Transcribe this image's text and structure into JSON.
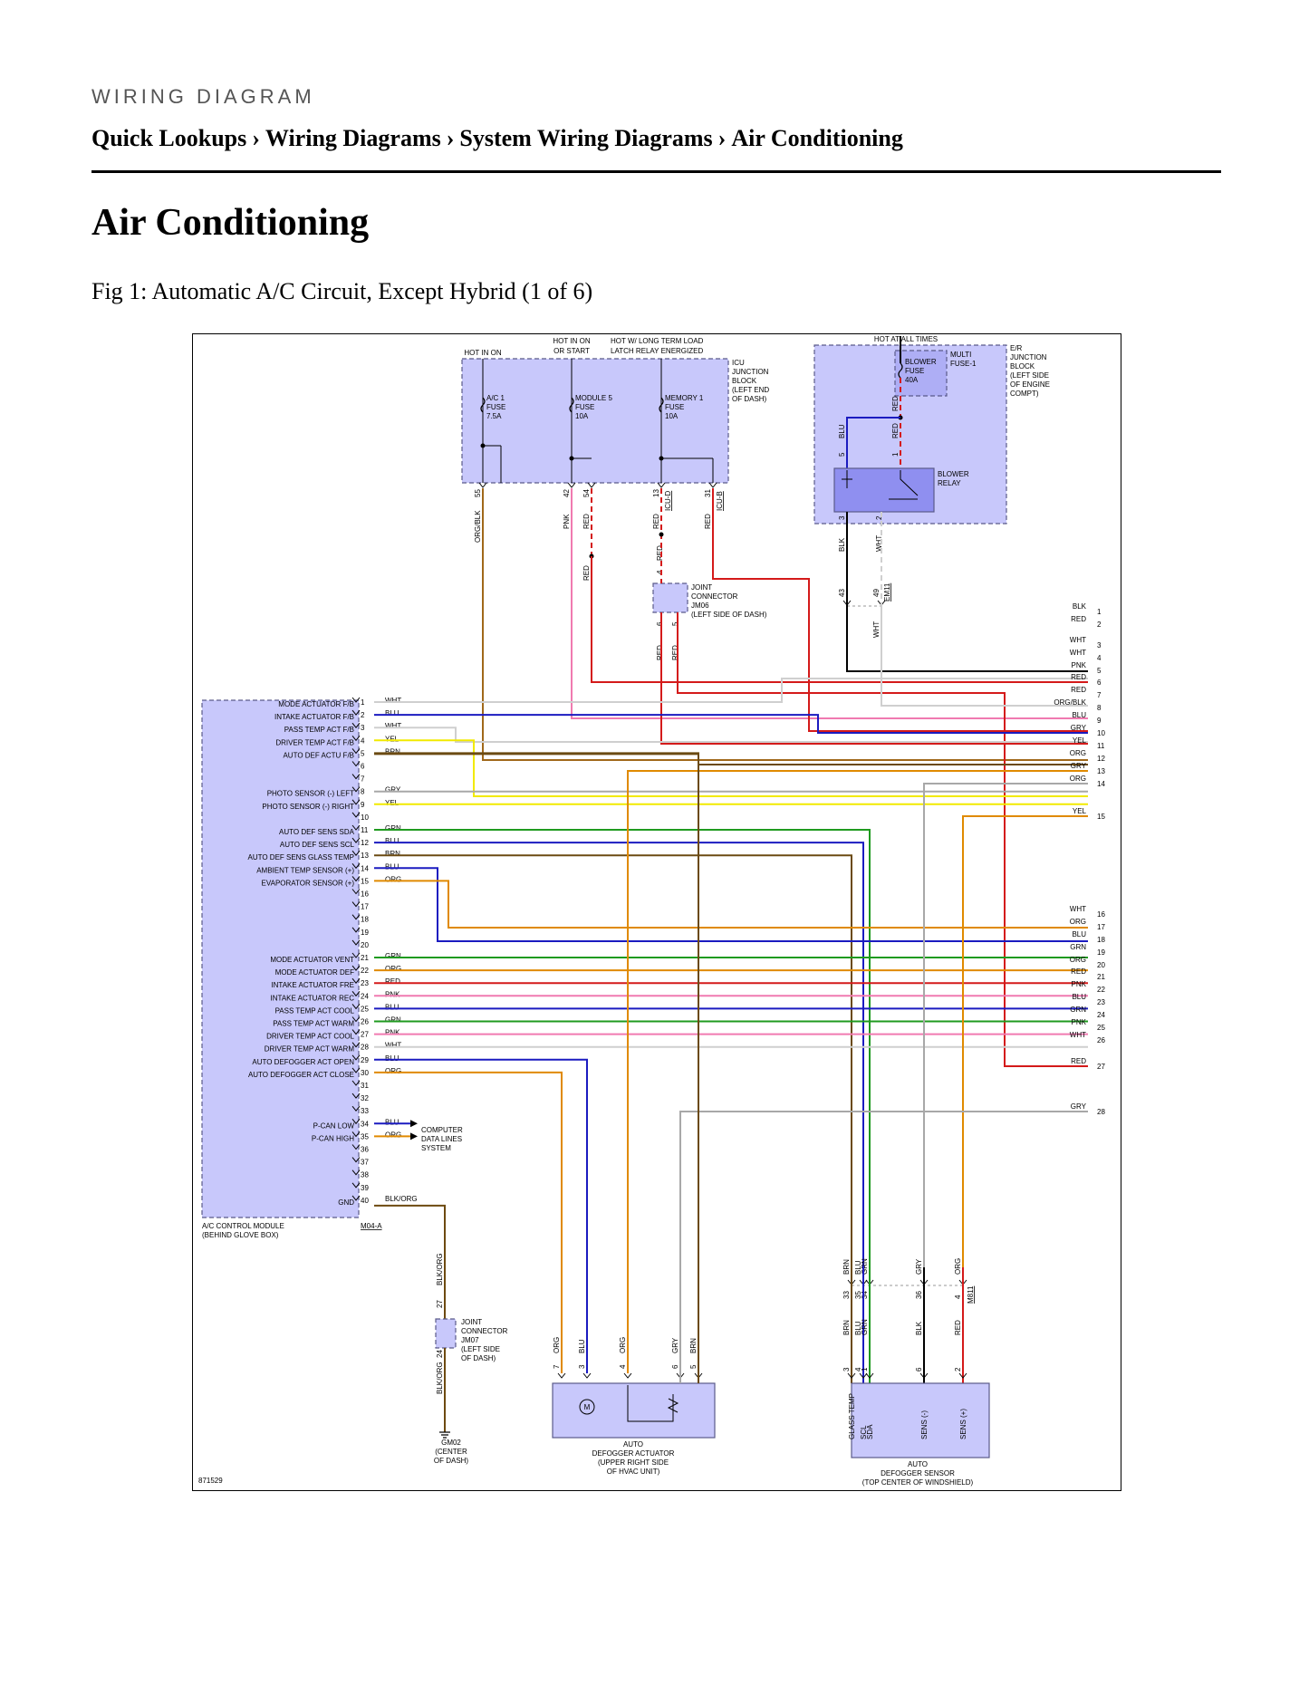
{
  "header": {
    "kicker": "WIRING DIAGRAM",
    "breadcrumb": [
      "Quick Lookups",
      "Wiring Diagrams",
      "System Wiring Diagrams",
      "Air Conditioning"
    ],
    "separator": "›"
  },
  "page_title": "Air Conditioning",
  "figure": {
    "caption": "Fig 1: Automatic A/C Circuit, Except Hybrid (1 of 6)",
    "ref_number": "871529"
  },
  "diagram": {
    "power_labels": {
      "hot_in_on": "HOT IN ON",
      "hot_on_start": [
        "HOT IN ON",
        "OR START"
      ],
      "hot_latch": [
        "HOT W/ LONG TERM LOAD",
        "LATCH RELAY ENERGIZED"
      ],
      "hot_all": "HOT AT ALL TIMES"
    },
    "icu_block": {
      "label": [
        "ICU",
        "JUNCTION",
        "BLOCK",
        "(LEFT END",
        "OF DASH)"
      ],
      "fuses": [
        [
          "A/C 1",
          "FUSE",
          "7.5A"
        ],
        [
          "MODULE 5",
          "FUSE",
          "10A"
        ],
        [
          "MEMORY 1",
          "FUSE",
          "10A"
        ]
      ],
      "pins": [
        "55",
        "42",
        "54",
        "13",
        "ICU-D",
        "31",
        "ICU-B"
      ]
    },
    "er_block": {
      "label": [
        "E/R",
        "JUNCTION",
        "BLOCK",
        "(LEFT SIDE",
        "OF ENGINE",
        "COMPT)"
      ],
      "fuse": [
        "BLOWER",
        "FUSE",
        "40A"
      ],
      "multi_fuse": [
        "MULTI",
        "FUSE-1"
      ],
      "relay": [
        "BLOWER",
        "RELAY"
      ],
      "pins": [
        "5",
        "1",
        "3",
        "2"
      ],
      "wires": [
        "BLU",
        "RED",
        "RED",
        "BLK",
        "WHT"
      ]
    },
    "icu_wire_labels": [
      "ORG/BLK",
      "PNK",
      "RED",
      "RED",
      "RED",
      "RED"
    ],
    "jm06": {
      "label": [
        "JOINT",
        "CONNECTOR",
        "JM06",
        "(LEFT SIDE OF DASH)"
      ],
      "pins": [
        "4",
        "6",
        "5"
      ],
      "wires": [
        "RED",
        "RED",
        "RED"
      ]
    },
    "em11": {
      "pins": [
        "43",
        "49"
      ],
      "name": "EM11",
      "wires": [
        "WHT"
      ]
    },
    "module": {
      "name": [
        "A/C CONTROL MODULE",
        "(BEHIND GLOVE BOX)"
      ],
      "connector": "M04-A",
      "pins": [
        {
          "n": "1",
          "func": "MODE ACTUATOR F/B",
          "wire": "WHT"
        },
        {
          "n": "2",
          "func": "INTAKE ACTUATOR F/B",
          "wire": "BLU"
        },
        {
          "n": "3",
          "func": "PASS TEMP ACT F/B",
          "wire": "WHT"
        },
        {
          "n": "4",
          "func": "DRIVER TEMP ACT F/B",
          "wire": "YEL"
        },
        {
          "n": "5",
          "func": "AUTO DEF ACTU F/B",
          "wire": "BRN"
        },
        {
          "n": "6",
          "func": "",
          "wire": ""
        },
        {
          "n": "7",
          "func": "",
          "wire": ""
        },
        {
          "n": "8",
          "func": "PHOTO SENSOR (-) LEFT",
          "wire": "GRY"
        },
        {
          "n": "9",
          "func": "PHOTO SENSOR (-) RIGHT",
          "wire": "YEL"
        },
        {
          "n": "10",
          "func": "",
          "wire": ""
        },
        {
          "n": "11",
          "func": "AUTO DEF SENS SDA",
          "wire": "GRN"
        },
        {
          "n": "12",
          "func": "AUTO DEF SENS SCL",
          "wire": "BLU"
        },
        {
          "n": "13",
          "func": "AUTO DEF SENS GLASS TEMP",
          "wire": "BRN"
        },
        {
          "n": "14",
          "func": "AMBIENT TEMP SENSOR (+)",
          "wire": "BLU"
        },
        {
          "n": "15",
          "func": "EVAPORATOR SENSOR (+)",
          "wire": "ORG"
        },
        {
          "n": "16",
          "func": "",
          "wire": ""
        },
        {
          "n": "17",
          "func": "",
          "wire": ""
        },
        {
          "n": "18",
          "func": "",
          "wire": ""
        },
        {
          "n": "19",
          "func": "",
          "wire": ""
        },
        {
          "n": "20",
          "func": "",
          "wire": ""
        },
        {
          "n": "21",
          "func": "MODE ACTUATOR VENT",
          "wire": "GRN"
        },
        {
          "n": "22",
          "func": "MODE ACTUATOR DEF",
          "wire": "ORG"
        },
        {
          "n": "23",
          "func": "INTAKE ACTUATOR FRE",
          "wire": "RED"
        },
        {
          "n": "24",
          "func": "INTAKE ACTUATOR REC",
          "wire": "PNK"
        },
        {
          "n": "25",
          "func": "PASS TEMP ACT COOL",
          "wire": "BLU"
        },
        {
          "n": "26",
          "func": "PASS TEMP ACT WARM",
          "wire": "GRN"
        },
        {
          "n": "27",
          "func": "DRIVER TEMP ACT COOL",
          "wire": "PNK"
        },
        {
          "n": "28",
          "func": "DRIVER TEMP ACT WARM",
          "wire": "WHT"
        },
        {
          "n": "29",
          "func": "AUTO DEFOGGER ACT OPEN",
          "wire": "BLU"
        },
        {
          "n": "30",
          "func": "AUTO DEFOGGER ACT CLOSE",
          "wire": "ORG"
        },
        {
          "n": "31",
          "func": "",
          "wire": ""
        },
        {
          "n": "32",
          "func": "",
          "wire": ""
        },
        {
          "n": "33",
          "func": "",
          "wire": ""
        },
        {
          "n": "34",
          "func": "P-CAN LOW",
          "wire": "BLU"
        },
        {
          "n": "35",
          "func": "P-CAN HIGH",
          "wire": "ORG"
        },
        {
          "n": "36",
          "func": "",
          "wire": ""
        },
        {
          "n": "37",
          "func": "",
          "wire": ""
        },
        {
          "n": "38",
          "func": "",
          "wire": ""
        },
        {
          "n": "39",
          "func": "",
          "wire": ""
        },
        {
          "n": "40",
          "func": "GND",
          "wire": "BLK/ORG"
        }
      ],
      "can_label": [
        "COMPUTER",
        "DATA LINES",
        "SYSTEM"
      ]
    },
    "right_refs": [
      {
        "n": "1",
        "wire": "BLK"
      },
      {
        "n": "2",
        "wire": "RED"
      },
      {
        "n": "3",
        "wire": "WHT"
      },
      {
        "n": "4",
        "wire": "WHT"
      },
      {
        "n": "5",
        "wire": "PNK"
      },
      {
        "n": "6",
        "wire": "RED"
      },
      {
        "n": "7",
        "wire": "RED"
      },
      {
        "n": "8",
        "wire": "ORG/BLK"
      },
      {
        "n": "9",
        "wire": "BLU"
      },
      {
        "n": "10",
        "wire": "GRY"
      },
      {
        "n": "11",
        "wire": "YEL"
      },
      {
        "n": "12",
        "wire": "ORG"
      },
      {
        "n": "13",
        "wire": "GRY"
      },
      {
        "n": "14",
        "wire": "ORG"
      },
      {
        "n": "15",
        "wire": "YEL"
      },
      {
        "n": "16",
        "wire": "WHT"
      },
      {
        "n": "17",
        "wire": "ORG"
      },
      {
        "n": "18",
        "wire": "BLU"
      },
      {
        "n": "19",
        "wire": "GRN"
      },
      {
        "n": "20",
        "wire": "ORG"
      },
      {
        "n": "21",
        "wire": "RED"
      },
      {
        "n": "22",
        "wire": "PNK"
      },
      {
        "n": "23",
        "wire": "BLU"
      },
      {
        "n": "24",
        "wire": "GRN"
      },
      {
        "n": "25",
        "wire": "PNK"
      },
      {
        "n": "26",
        "wire": "WHT"
      },
      {
        "n": "27",
        "wire": "RED"
      },
      {
        "n": "28",
        "wire": "GRY"
      }
    ],
    "jm07": {
      "label": [
        "JOINT",
        "CONNECTOR",
        "JM07",
        "(LEFT SIDE",
        "OF DASH)"
      ],
      "pins": [
        "27",
        "24"
      ],
      "wires": [
        "BLK/ORG",
        "BLK/ORG"
      ]
    },
    "ground": [
      "GM02",
      "(CENTER",
      "OF DASH)"
    ],
    "actuator": {
      "name": [
        "AUTO",
        "DEFOGGER ACTUATOR",
        "(UPPER RIGHT SIDE",
        "OF HVAC UNIT)"
      ],
      "pins": [
        "7",
        "3",
        "4",
        "6",
        "5"
      ],
      "wires": [
        "ORG",
        "BLU",
        "ORG",
        "GRY",
        "BRN"
      ],
      "motor": "M"
    },
    "m811": {
      "pins": [
        "33",
        "35",
        "34",
        "36",
        "4"
      ],
      "name": "M811",
      "wires_top": [
        "BRN",
        "BLU",
        "GRN",
        "GRY",
        "ORG"
      ]
    },
    "sensor": {
      "name": [
        "AUTO",
        "DEFOGGER SENSOR",
        "(TOP CENTER OF WINDSHIELD)"
      ],
      "pins": [
        "3",
        "4",
        "1",
        "6",
        "2"
      ],
      "wires": [
        "BRN",
        "BLU",
        "GRN",
        "BLK",
        "RED"
      ],
      "funcs": [
        "GLASS TEMP",
        "SCL",
        "SDA",
        "SENS (-)",
        "SENS (+)"
      ]
    },
    "colors": {
      "WHT": "#cfcfcf",
      "BLU": "#1b1bc0",
      "YEL": "#f2ea00",
      "BRN": "#6b4a12",
      "GRY": "#a8a8a8",
      "GRN": "#1f9a1f",
      "ORG": "#e08a00",
      "RED": "#d41a1a",
      "PNK": "#f07ab0",
      "BLK": "#000000",
      "ORG/BLK": "#a0681a",
      "BLK/ORG": "#6d4a10",
      "block_fill": "#c8c8fb",
      "block_stroke": "#5a5a8a"
    }
  }
}
